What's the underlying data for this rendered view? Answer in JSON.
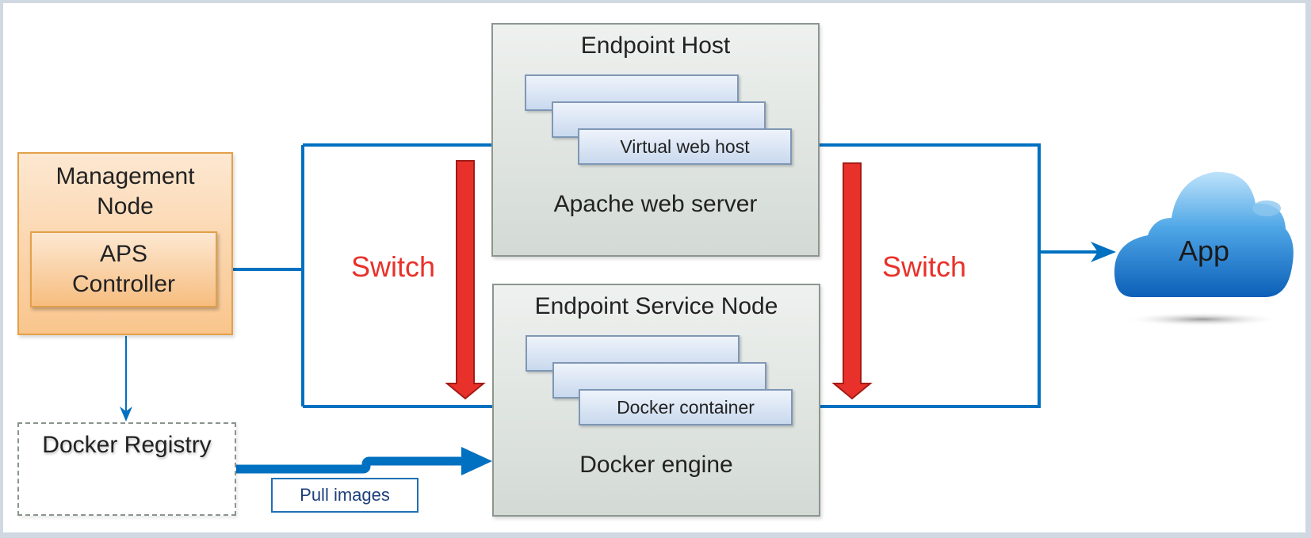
{
  "management_node": {
    "title_line1": "Management",
    "title_line2": "Node",
    "controller": {
      "line1": "APS",
      "line2": "Controller"
    }
  },
  "docker_registry": {
    "title": "Docker Registry"
  },
  "pull_images": {
    "label": "Pull images"
  },
  "endpoint_host": {
    "title": "Endpoint  Host",
    "layer_label": "Virtual web host",
    "footer": "Apache web server"
  },
  "endpoint_service_node": {
    "title": "Endpoint  Service Node",
    "layer_label": "Docker container",
    "footer": "Docker engine"
  },
  "switch_left": {
    "label": "Switch"
  },
  "switch_right": {
    "label": "Switch"
  },
  "cloud": {
    "label": "App"
  },
  "colors": {
    "connector_blue": "#0070c0",
    "switch_red": "#e8312a",
    "management_orange": "#f9c58c",
    "frame_border": "#d0d8e2"
  }
}
